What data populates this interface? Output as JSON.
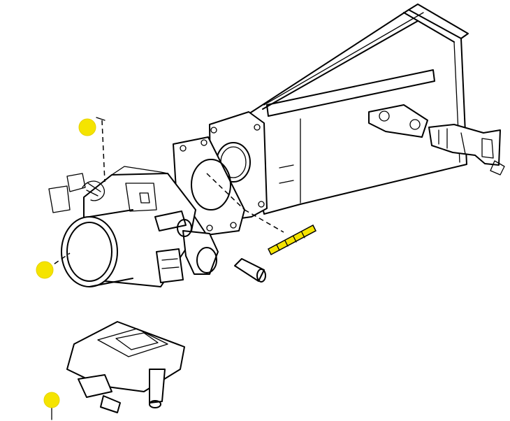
{
  "diagram": {
    "callout_color": "#f5e400",
    "callouts": [
      {
        "id": "callout-top",
        "label": ""
      },
      {
        "id": "callout-left",
        "label": ""
      },
      {
        "id": "callout-bottom",
        "label": ""
      }
    ]
  }
}
